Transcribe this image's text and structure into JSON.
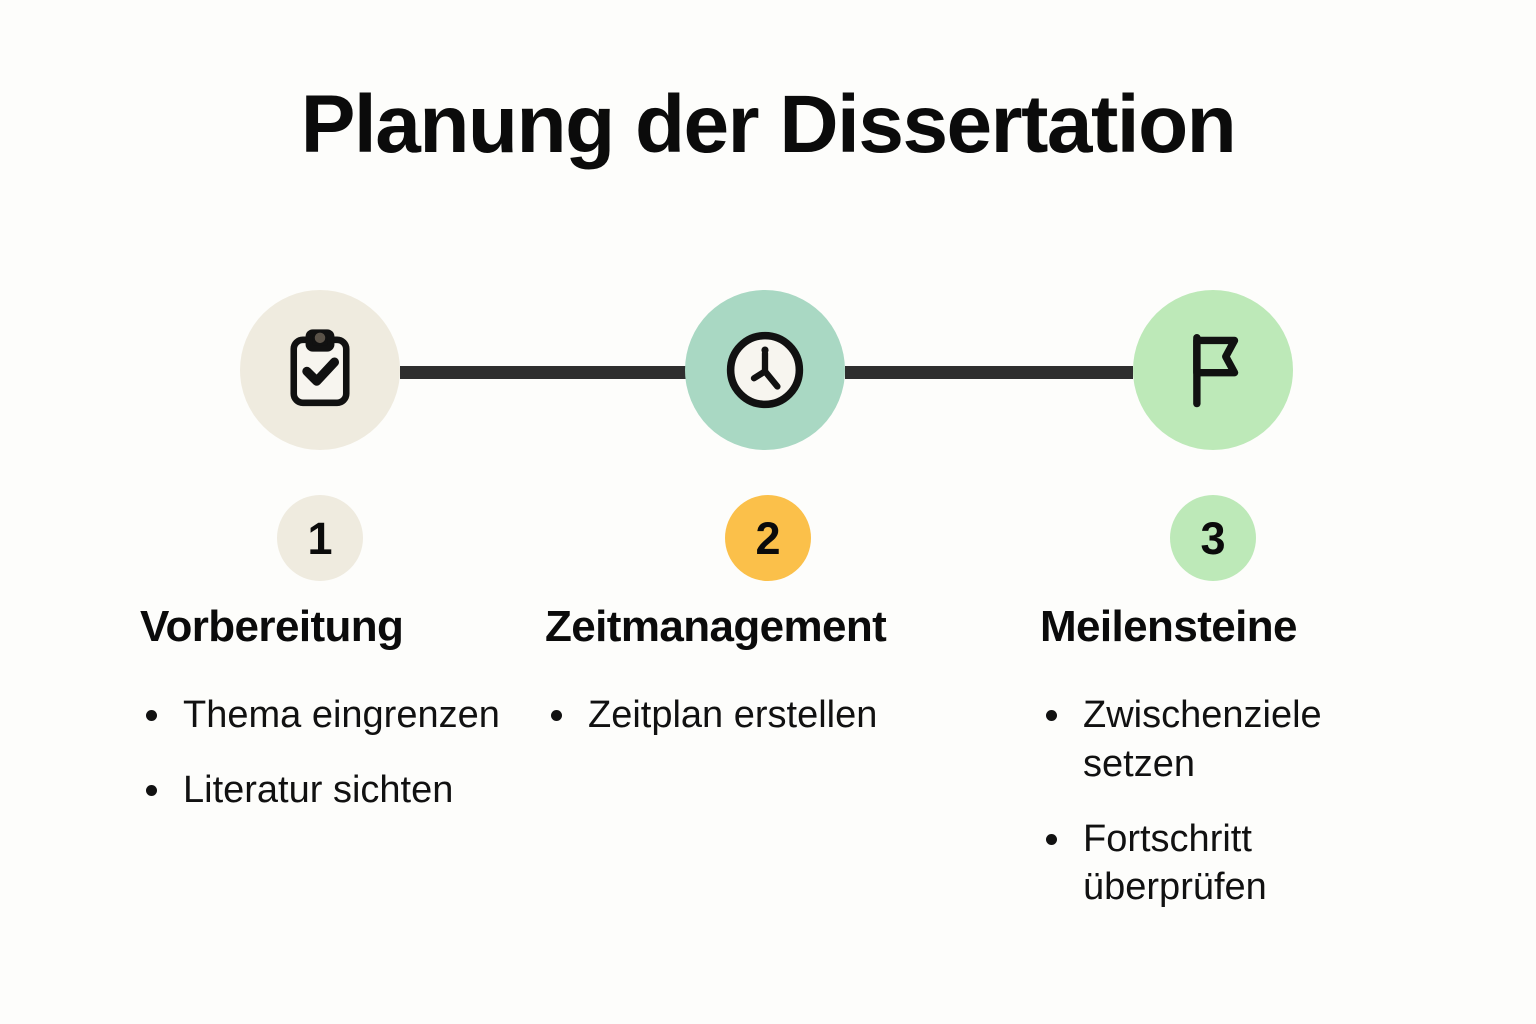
{
  "page": {
    "title": "Planung der Dissertation",
    "background_color": "#FDFDFB",
    "text_color": "#111111"
  },
  "timeline": {
    "connector_color": "#2E2E2E",
    "steps": [
      {
        "number": "1",
        "icon": "clipboard-check-icon",
        "circle_color": "#EFEBDF",
        "badge_color": "#EFEBDF",
        "heading": "Vorbereitung",
        "bullets": [
          "Thema eingrenzen",
          "Literatur sichten"
        ]
      },
      {
        "number": "2",
        "icon": "clock-icon",
        "circle_color": "#A9D8C3",
        "badge_color": "#FBC04A",
        "heading": "Zeitmanagement",
        "bullets": [
          "Zeitplan erstellen"
        ]
      },
      {
        "number": "3",
        "icon": "flag-icon",
        "circle_color": "#BDE9B8",
        "badge_color": "#BDE9B8",
        "heading": "Meilensteine",
        "bullets": [
          "Zwischenziele setzen",
          "Fortschritt überprüfen"
        ]
      }
    ]
  }
}
